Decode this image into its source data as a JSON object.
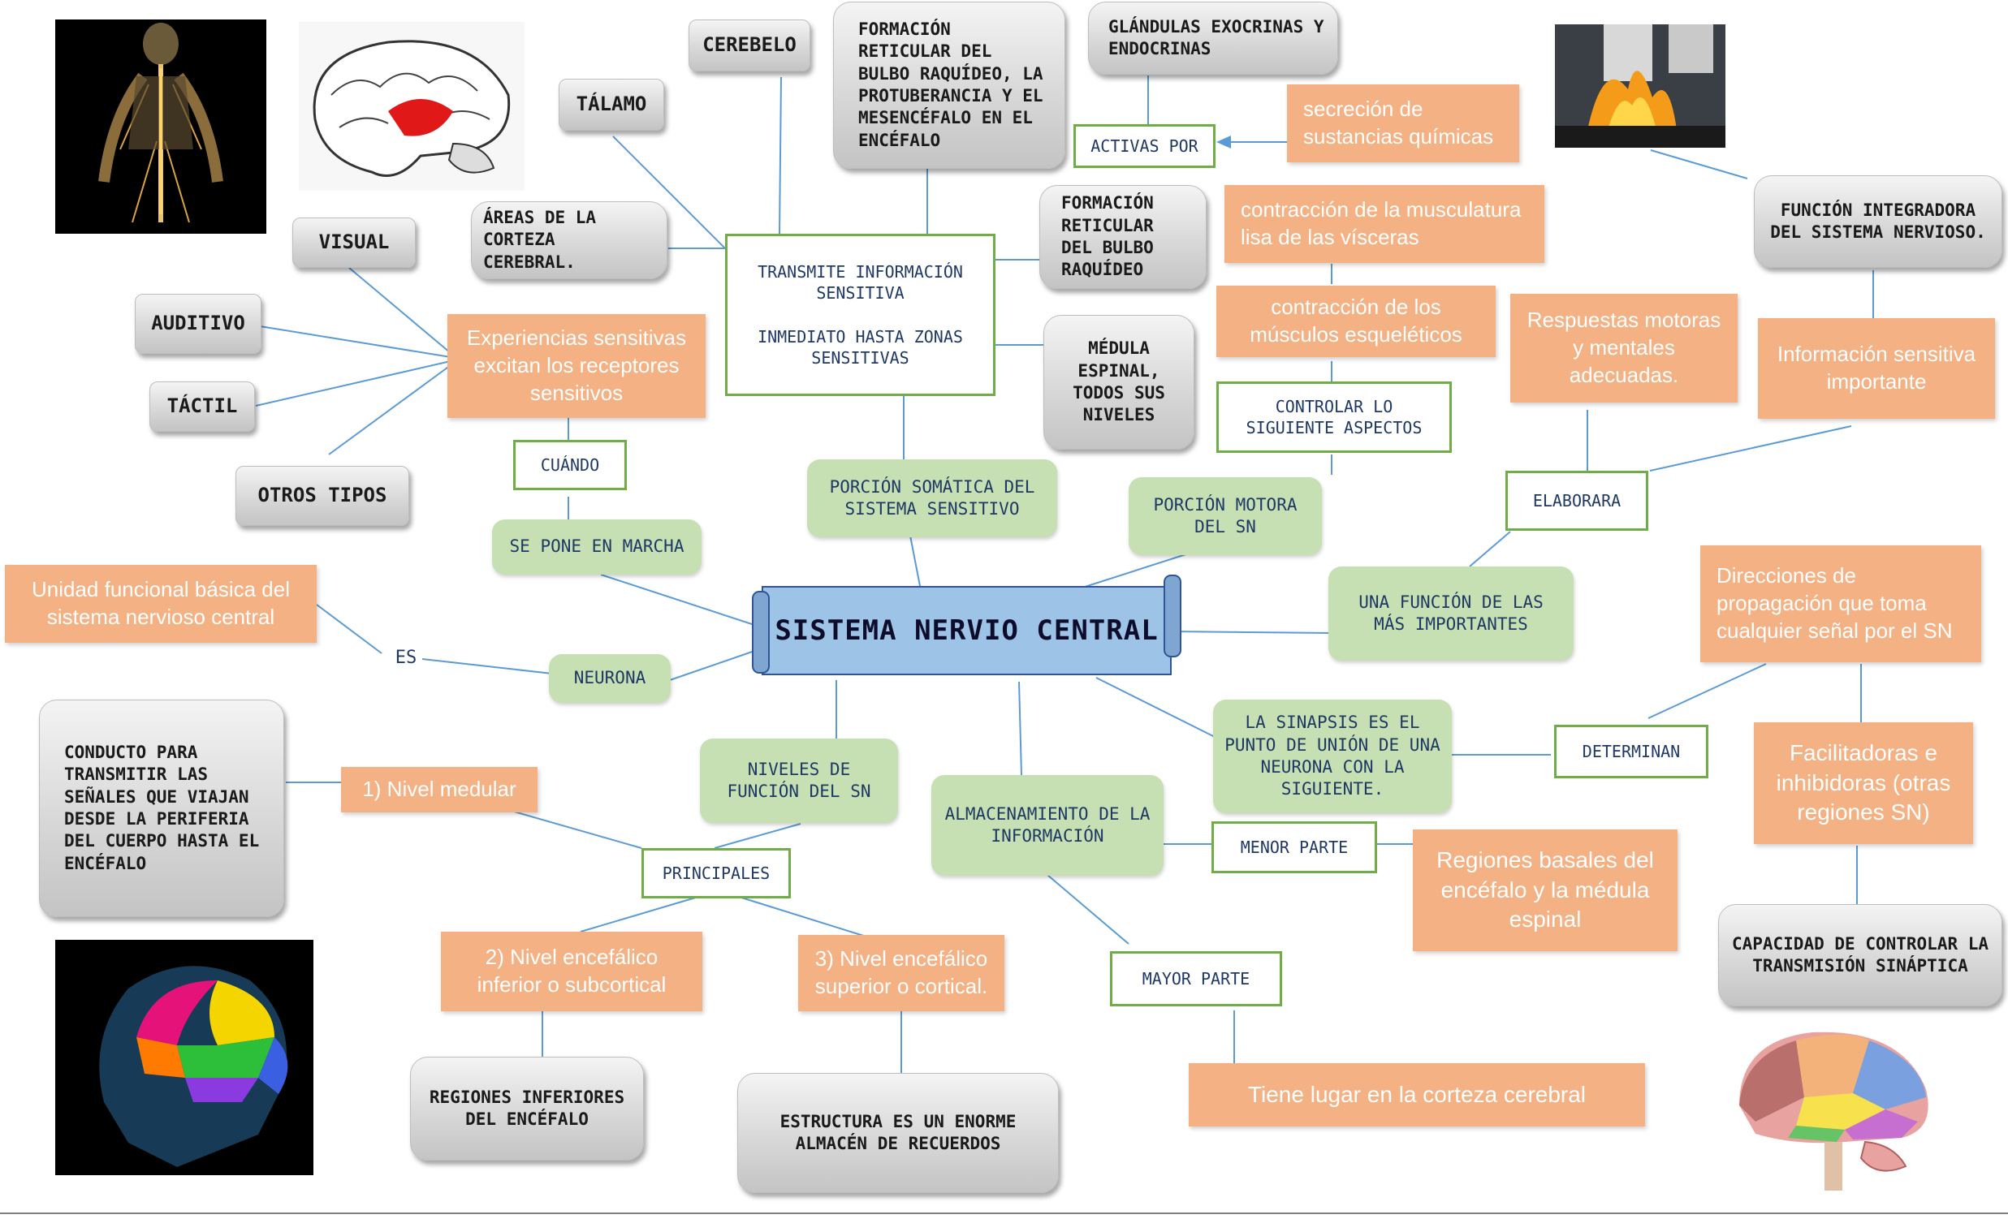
{
  "colors": {
    "connector": "#5b9bd5",
    "orange_fill": "#f4b183",
    "green_fill": "#c6e0b4",
    "green_border": "#70ad47",
    "central_fill": "#9dc3e6"
  },
  "central": {
    "title": "SISTEMA NERVIO CENTRAL"
  },
  "left": {
    "neurona": "NEURONA",
    "es": "ES",
    "unidad": "Unidad funcional básica del sistema nervioso central",
    "se_pone": "SE PONE EN MARCHA",
    "cuando": "CUÁNDO",
    "experiencias": "Experiencias sensitivas excitan los receptores sensitivos",
    "visual": "VISUAL",
    "auditivo": "AUDITIVO",
    "tactil": "TÁCTIL",
    "otros": "OTROS TIPOS"
  },
  "top": {
    "porcion_somatica": "PORCIÓN SOMÁTICA DEL SISTEMA SENSITIVO",
    "transmite_1": "TRANSMITE INFORMACIÓN SENSITIVA",
    "transmite_2": "INMEDIATO HASTA ZONAS SENSITIVAS",
    "areas": "ÁREAS DE LA CORTEZA CEREBRAL.",
    "talamo": "TÁLAMO",
    "cerebelo": "CEREBELO",
    "formacion_reticular": "FORMACIÓN RETICULAR DEL BULBO RAQUÍDEO, LA PROTUBERANCIA Y EL MESENCÉFALO EN EL ENCÉFALO",
    "formacion_bulbo": "FORMACIÓN RETICULAR DEL BULBO RAQUÍDEO",
    "medula": "MÉDULA ESPINAL, TODOS SUS NIVELES"
  },
  "motor": {
    "porcion_motora": "PORCIÓN MOTORA DEL SN",
    "controlar": "CONTROLAR LO SIGUIENTE ASPECTOS",
    "musculos_esq": "contracción de los músculos esqueléticos",
    "musculatura_lisa": "contracción de la musculatura lisa de las vísceras",
    "secrecion": "secreción de sustancias químicas",
    "activas_por": "ACTIVAS POR",
    "glandulas": "GLÁNDULAS EXOCRINAS Y ENDOCRINAS"
  },
  "integradora": {
    "una_funcion": "UNA FUNCIÓN DE LAS MÁS IMPORTANTES",
    "elaborara": "ELABORARA",
    "respuestas": "Respuestas motoras y mentales adecuadas.",
    "informacion": "Información sensitiva importante",
    "funcion_integradora": "FUNCIÓN INTEGRADORA DEL SISTEMA NERVIOSO."
  },
  "sinapsis": {
    "sinapsis": "LA SINAPSIS ES EL PUNTO DE UNIÓN DE UNA NEURONA CON LA SIGUIENTE.",
    "determinan": "DETERMINAN",
    "direcciones": "Direcciones de propagación que toma cualquier señal por el SN",
    "facilitadoras": "Facilitadoras e inhibidoras (otras regiones SN)",
    "capacidad": "CAPACIDAD DE CONTROLAR LA TRANSMISIÓN SINÁPTICA"
  },
  "niveles": {
    "niveles": "NIVELES DE FUNCIÓN DEL SN",
    "principales": "PRINCIPALES",
    "nivel1": "1) Nivel medular",
    "conducto": "CONDUCTO PARA TRANSMITIR LAS SEÑALES QUE VIAJAN DESDE LA PERIFERIA DEL CUERPO HASTA EL ENCÉFALO",
    "nivel2": "2) Nivel encefálico inferior o subcortical",
    "regiones_inf": "REGIONES INFERIORES DEL ENCÉFALO",
    "nivel3": "3) Nivel encefálico superior o cortical.",
    "estructura": "ESTRUCTURA ES UN ENORME ALMACÉN DE RECUERDOS"
  },
  "almacen": {
    "almacenamiento": "ALMACENAMIENTO DE LA INFORMACIÓN",
    "menor": "MENOR PARTE",
    "regiones_basales": "Regiones basales del encéfalo y la médula espinal",
    "mayor": "MAYOR PARTE",
    "corteza": "Tiene lugar en la corteza cerebral"
  },
  "images": [
    "nervous-system-figure",
    "brain-sagittal-drawing",
    "cooking-flame-photo",
    "head-brain-xray",
    "brain-lobes-model"
  ]
}
